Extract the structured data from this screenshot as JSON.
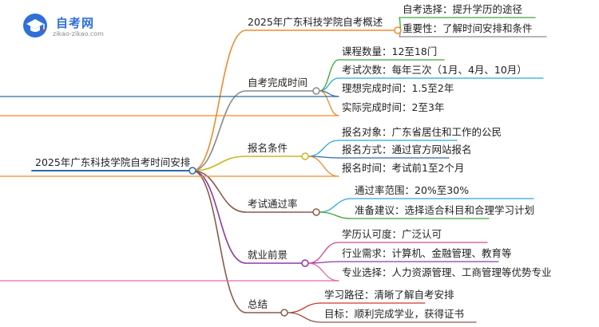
{
  "logo": {
    "title": "自考网",
    "url": "zikao-zikao.com"
  },
  "root": {
    "label": "2025年广东科技学院自考时间安排",
    "color": "#2d6ba8"
  },
  "branches": [
    {
      "label": "2025年广东科技学院自考概述",
      "color": "#f08a2e",
      "children": [
        {
          "label": "自考选择：提升学历的途径",
          "color": "#3aa63a"
        },
        {
          "label": "重要性：了解时间安排和条件",
          "color": "#8b8b8b"
        }
      ]
    },
    {
      "label": "自考完成时间",
      "color": "#8a8a8a",
      "children": [
        {
          "label": "课程数量：12至18门",
          "color": "#3aa63a"
        },
        {
          "label": "考试次数：每年三次（1月、4月、10月）",
          "color": "#29a9d8"
        },
        {
          "label": "理想完成时间：1.5至2年",
          "color": "#2d6ba8"
        },
        {
          "label": "实际完成时间：2至3年",
          "color": "#f08a2e"
        }
      ]
    },
    {
      "label": "报名条件",
      "color": "#c9b820",
      "children": [
        {
          "label": "报名对象：广东省居住和工作的公民",
          "color": "#29a9d8"
        },
        {
          "label": "报名方式：通过官方网站报名",
          "color": "#2d6ba8"
        },
        {
          "label": "报名时间：考试前1至2个月",
          "color": "#f08a2e"
        }
      ]
    },
    {
      "label": "考试通过率",
      "color": "#8b5a4a",
      "children": [
        {
          "label": "通过率范围：20%至30%",
          "color": "#29a9d8"
        },
        {
          "label": "准备建议：选择适合科目和合理学习计划",
          "color": "#3aa63a"
        }
      ]
    },
    {
      "label": "就业前景",
      "color": "#8b3aa6",
      "children": [
        {
          "label": "学历认可度：广泛认可",
          "color": "#d64a8a"
        },
        {
          "label": "行业需求：计算机、金融管理、教育等",
          "color": "#8b3aa6"
        },
        {
          "label": "专业选择：人力资源管理、工商管理等优势专业",
          "color": "#e06aa8"
        }
      ]
    },
    {
      "label": "总结",
      "color": "#8b5a4a",
      "children": [
        {
          "label": "学习路径：清晰了解自考安排",
          "color": "#c93a2e"
        },
        {
          "label": "目标：顺利完成学业，获得证书",
          "color": "#8b5a4a"
        }
      ]
    }
  ]
}
